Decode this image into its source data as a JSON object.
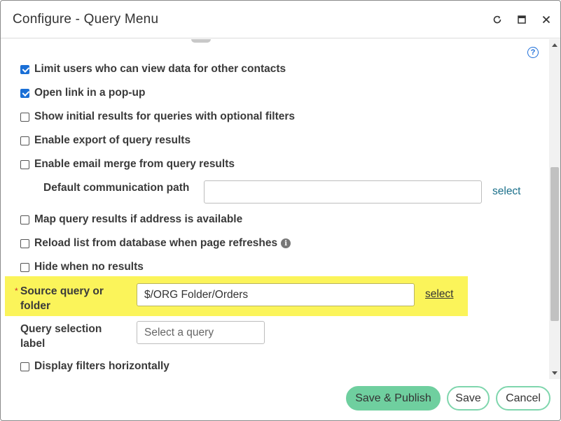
{
  "window": {
    "title": "Configure - Query Menu",
    "controls": {
      "refresh_icon": "refresh-icon",
      "maximize_icon": "maximize-icon",
      "close_icon": "close-icon"
    }
  },
  "options": [
    {
      "label": "Limit users who can view data for other contacts",
      "checked": true
    },
    {
      "label": "Open link in a pop-up",
      "checked": true
    },
    {
      "label": "Show initial results for queries with optional filters",
      "checked": false
    },
    {
      "label": "Enable export of query results",
      "checked": false
    },
    {
      "label": "Enable email merge from query results",
      "checked": false
    }
  ],
  "communication_path": {
    "label": "Default communication path",
    "value": "",
    "select_label": "select"
  },
  "options2": [
    {
      "label": "Map query results if address is available",
      "checked": false
    },
    {
      "label": "Reload list from database when page refreshes",
      "checked": false
    },
    {
      "label": "Hide when no results",
      "checked": false
    }
  ],
  "source_query": {
    "required_mark": "*",
    "label_line1": "Source query or",
    "label_line2": "folder",
    "value": "$/ORG Folder/Orders",
    "select_label": "select"
  },
  "query_selection": {
    "label_line1": "Query selection",
    "label_line2": "label",
    "placeholder": "Select a query"
  },
  "options3": [
    {
      "label": "Display filters horizontally",
      "checked": false
    }
  ],
  "footer": {
    "save_publish": "Save & Publish",
    "save": "Save",
    "cancel": "Cancel"
  },
  "colors": {
    "highlight": "#fbf45a",
    "checkbox_checked": "#1a6fd6",
    "link": "#1a6f8a",
    "primary_button": "#6fcf9f",
    "outline_button_border": "#7fd6ad"
  }
}
